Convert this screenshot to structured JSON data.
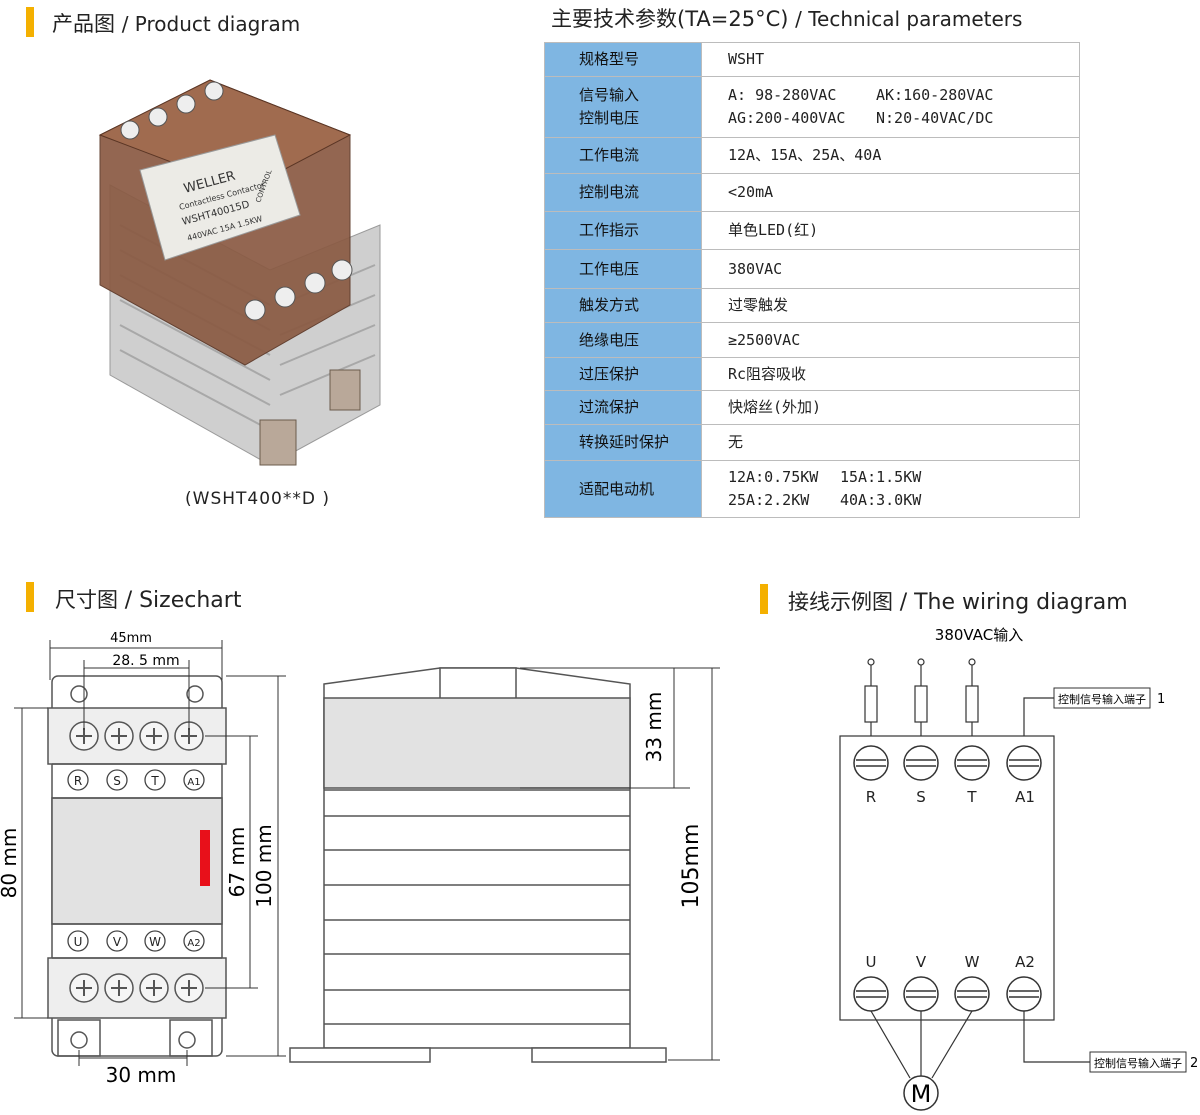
{
  "product": {
    "title_cn": "产品图",
    "title_en": "/ Product diagram",
    "caption": "(WSHT400**D )",
    "label_brand": "WELLER",
    "label_line1": "Contactless Contactor",
    "label_model": "WSHT40015D",
    "label_rating": "440VAC 15A 1.5KW",
    "label_control": "CONTROL"
  },
  "params": {
    "title_cn": "主要技术参数(TA=25°C)",
    "title_en": "/ Technical parameters",
    "rows": [
      {
        "key": "规格型号",
        "value": "WSHT"
      },
      {
        "key": "信号输入",
        "key2": "控制电压",
        "a": "A: 98-280VAC",
        "b": "AK:160-280VAC",
        "c": "AG:200-400VAC",
        "d": "N:20-40VAC/DC"
      },
      {
        "key": "工作电流",
        "value": "12A、15A、25A、40A"
      },
      {
        "key": "控制电流",
        "value": "<20mA"
      },
      {
        "key": "工作指示",
        "value": "单色LED(红)"
      },
      {
        "key": "工作电压",
        "value": "380VAC"
      },
      {
        "key": "触发方式",
        "value": "过零触发"
      },
      {
        "key": "绝缘电压",
        "value": "≥2500VAC"
      },
      {
        "key": "过压保护",
        "value": "Rc阻容吸收"
      },
      {
        "key": "过流保护",
        "value": "快熔丝(外加)"
      },
      {
        "key": "转换延时保护",
        "value": "无"
      },
      {
        "key": "适配电动机",
        "a": "12A:0.75KW",
        "b": "15A:1.5KW",
        "c": "25A:2.2KW",
        "d": "40A:3.0KW"
      }
    ]
  },
  "size": {
    "title_cn": "尺寸图",
    "title_en": "/ Sizechart",
    "dim_45": "45mm",
    "dim_285": "28. 5 mm",
    "dim_80": "80 mm",
    "dim_67": "67 mm",
    "dim_100": "100 mm",
    "dim_30": "30 mm",
    "dim_33": "33 mm",
    "dim_105": "105mm",
    "top_labels": [
      "R",
      "S",
      "T",
      "A1"
    ],
    "bottom_labels": [
      "U",
      "V",
      "W",
      "A2"
    ]
  },
  "wiring": {
    "title_cn": "接线示例图",
    "title_en": "/ The wiring diagram",
    "input": "380VAC输入",
    "top_labels": [
      "R",
      "S",
      "T",
      "A1"
    ],
    "bottom_labels": [
      "U",
      "V",
      "W",
      "A2"
    ],
    "ctrl1": "控制信号输入端子",
    "ctrl1_num": "1",
    "ctrl2": "控制信号输入端子",
    "ctrl2_num": "2",
    "motor": "M"
  },
  "colors": {
    "accent": "#f4b000",
    "table_key": "#7fb6e2",
    "led": "#e8101a",
    "body_gray": "#d9d9d9"
  }
}
